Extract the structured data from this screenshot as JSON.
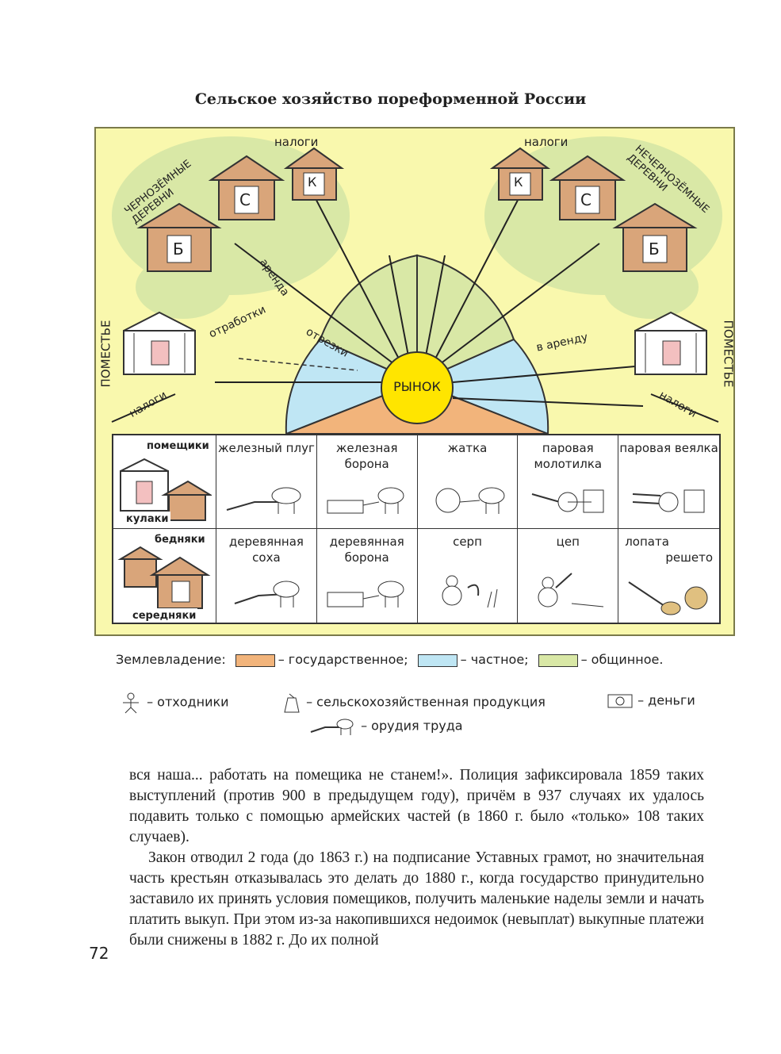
{
  "title": "Сельское хозяйство пореформенной России",
  "diagram": {
    "center": "РЫНОК",
    "labels": {
      "taxes": "налоги",
      "chernozem_villages": "ЧЕРНОЗЁМНЫЕ ДЕРЕВНИ",
      "nonchernozem_villages": "НЕЧЕРНОЗЁМНЫЕ ДЕРЕВНИ",
      "estate": "ПОМЕСТЬЕ",
      "rent": "аренда",
      "labor_service": "отработки",
      "cut_offs": "отрезки",
      "for_rent": "в аренду"
    },
    "house_letters": {
      "poor": "Б",
      "middle": "С",
      "kulak": "К"
    }
  },
  "table": {
    "classes": {
      "landlords": "помещики",
      "kulaks": "кулаки",
      "poor": "бедняки",
      "middle": "середняки"
    },
    "rich_tools": [
      "железный плуг",
      "железная борона",
      "жатка",
      "паровая молотилка",
      "паровая веялка"
    ],
    "poor_tools": [
      "деревянная соха",
      "деревянная борона",
      "серп",
      "цеп",
      "лопата",
      "решето"
    ]
  },
  "legend": {
    "land_ownership": "Землевладение:",
    "state": "– государственное;",
    "private": "– частное;",
    "communal": "– общинное.",
    "otkhodniki": "– отходники",
    "produce": "– сельскохозяйственная продукция",
    "money": "– деньги",
    "tools": "– орудия труда",
    "colors": {
      "state": "#f2b47b",
      "private": "#bfe6f4",
      "communal": "#d9e8a6"
    }
  },
  "text": {
    "p1": "вся наша... работать на помещика не станем!». Полиция зафиксировала 1859 таких выступлений (против 900 в предыдущем году), причём в 937 случаях их удалось подавить только с помощью армейских частей (в 1860 г. было «только» 108 таких случаев).",
    "p2": "Закон отводил 2 года (до 1863 г.) на подписание Уставных грамот, но значительная часть крестьян отказывалась это делать до 1880 г., когда государство принудительно заставило их принять условия помещиков, получить маленькие наделы земли и начать платить выкуп. При этом из-за накопившихся недоимок (невыплат) выкупные платежи были снижены в 1882 г. До их полной"
  },
  "page_number": "72"
}
